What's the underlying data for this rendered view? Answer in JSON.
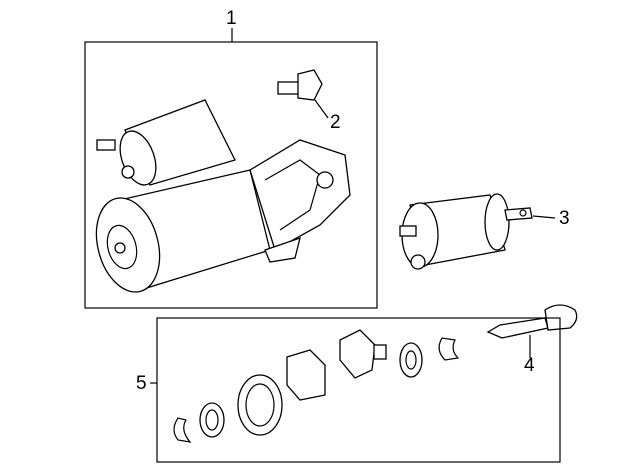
{
  "callouts": [
    {
      "number": "1",
      "part": "starter-assembly"
    },
    {
      "number": "2",
      "part": "bolt"
    },
    {
      "number": "3",
      "part": "solenoid"
    },
    {
      "number": "4",
      "part": "pin"
    },
    {
      "number": "5",
      "part": "repair-kit"
    }
  ],
  "colors": {
    "line": "#000000",
    "background": "#ffffff"
  }
}
